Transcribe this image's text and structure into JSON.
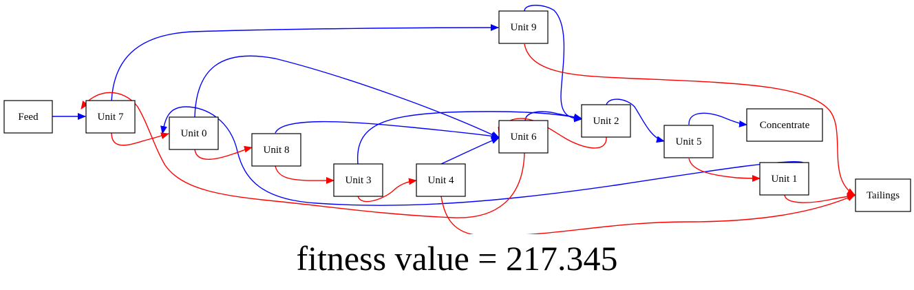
{
  "colors": {
    "blue_edge": "#0000ff",
    "red_edge": "#ff0000"
  },
  "nodes": {
    "feed": "Feed",
    "unit0": "Unit 0",
    "unit1": "Unit 1",
    "unit2": "Unit 2",
    "unit3": "Unit 3",
    "unit4": "Unit 4",
    "unit5": "Unit 5",
    "unit6": "Unit 6",
    "unit7": "Unit 7",
    "unit8": "Unit 8",
    "unit9": "Unit 9",
    "concentrate": "Concentrate",
    "tailings": "Tailings"
  },
  "edges": [
    {
      "from": "feed",
      "to": "unit7",
      "color": "blue"
    },
    {
      "from": "unit7",
      "to": "unit9",
      "color": "blue"
    },
    {
      "from": "unit7",
      "to": "unit0",
      "color": "red"
    },
    {
      "from": "unit0",
      "to": "unit6",
      "color": "blue"
    },
    {
      "from": "unit0",
      "to": "unit8",
      "color": "red"
    },
    {
      "from": "unit8",
      "to": "unit6",
      "color": "blue"
    },
    {
      "from": "unit8",
      "to": "unit3",
      "color": "red"
    },
    {
      "from": "unit3",
      "to": "unit2",
      "color": "blue"
    },
    {
      "from": "unit3",
      "to": "unit4",
      "color": "red"
    },
    {
      "from": "unit4",
      "to": "unit6",
      "color": "blue"
    },
    {
      "from": "unit4",
      "to": "tailings",
      "color": "red"
    },
    {
      "from": "unit9",
      "to": "unit2",
      "color": "blue"
    },
    {
      "from": "unit9",
      "to": "tailings",
      "color": "red"
    },
    {
      "from": "unit6",
      "to": "unit2",
      "color": "blue"
    },
    {
      "from": "unit6",
      "to": "unit7",
      "color": "red"
    },
    {
      "from": "unit2",
      "to": "unit5",
      "color": "blue"
    },
    {
      "from": "unit2",
      "to": "unit6",
      "color": "red"
    },
    {
      "from": "unit5",
      "to": "concentrate",
      "color": "blue"
    },
    {
      "from": "unit5",
      "to": "unit1",
      "color": "red"
    },
    {
      "from": "unit1",
      "to": "unit0",
      "color": "blue"
    },
    {
      "from": "unit1",
      "to": "tailings",
      "color": "red"
    }
  ],
  "caption": "fitness value = 217.345"
}
